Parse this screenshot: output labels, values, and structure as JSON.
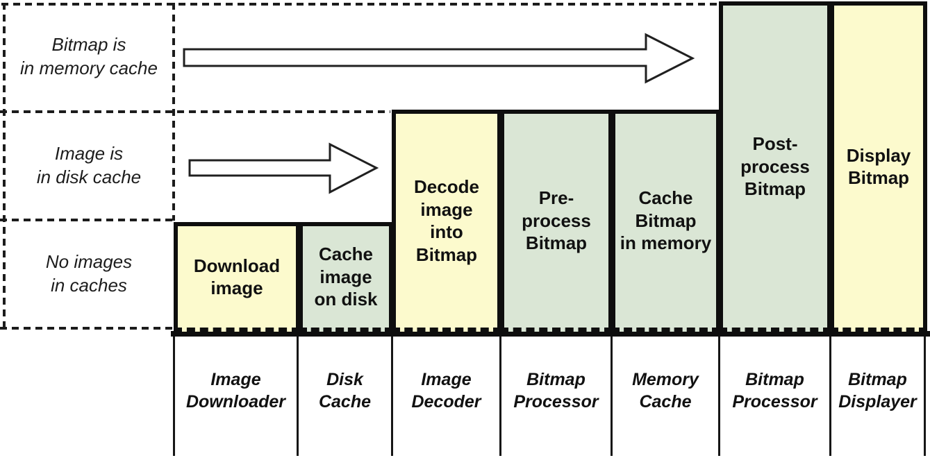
{
  "diagram": {
    "title_implied": "Image loading flow",
    "state_rows": [
      {
        "label": "Bitmap is\nin memory cache"
      },
      {
        "label": "Image is\nin disk cache"
      },
      {
        "label": "No images\nin caches"
      }
    ],
    "steps": [
      {
        "action": "Download\nimage",
        "component": "Image\nDownloader",
        "color_key": "yellow"
      },
      {
        "action": "Cache\nimage\non disk",
        "component": "Disk\nCache",
        "color_key": "green"
      },
      {
        "action": "Decode\nimage\ninto\nBitmap",
        "component": "Image\nDecoder",
        "color_key": "yellow"
      },
      {
        "action": "Pre-\nprocess\nBitmap",
        "component": "Bitmap\nProcessor",
        "color_key": "green"
      },
      {
        "action": "Cache\nBitmap\nin memory",
        "component": "Memory\nCache",
        "color_key": "green"
      },
      {
        "action": "Post-\nprocess\nBitmap",
        "component": "Bitmap\nProcessor",
        "color_key": "green"
      },
      {
        "action": "Display\nBitmap",
        "component": "Bitmap\nDisplayer",
        "color_key": "yellow"
      }
    ],
    "colors": {
      "yellow": "#FCFACD",
      "green": "#DAE6D5",
      "line": "#0e0e0e"
    },
    "arrows": [
      {
        "name": "memory-cache-flow-arrow",
        "row": "Bitmap is in memory cache"
      },
      {
        "name": "disk-cache-flow-arrow",
        "row": "Image is in disk cache"
      }
    ]
  }
}
